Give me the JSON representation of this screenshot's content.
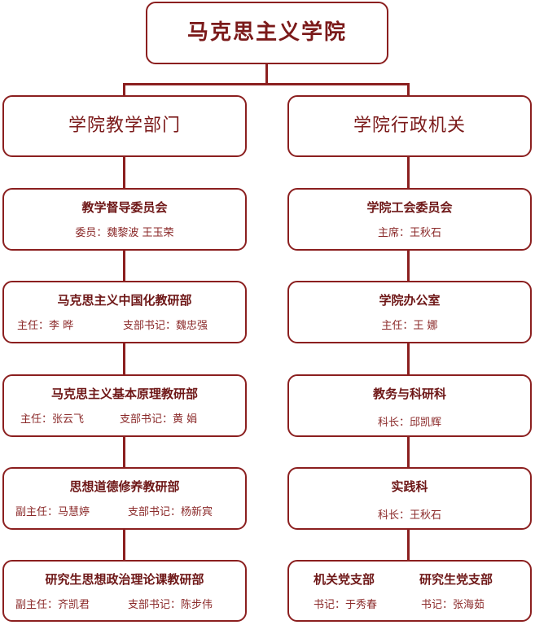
{
  "top": {
    "title": "马克思主义学院"
  },
  "left": {
    "header": "学院教学部门",
    "units": [
      {
        "name": "教学督导委员会",
        "line": "委员：魏黎波  王玉荣"
      },
      {
        "name": "马克思主义中国化教研部",
        "lead": "主任：李   晔",
        "sec": "支部书记：魏忠强"
      },
      {
        "name": "马克思主义基本原理教研部",
        "lead": "主任：张云飞",
        "sec": "支部书记：黄   娟"
      },
      {
        "name": "思想道德修养教研部",
        "lead": "副主任：马慧婷",
        "sec": "支部书记：杨新宾"
      },
      {
        "name": "研究生思想政治理论课教研部",
        "lead": "副主任：齐凯君",
        "sec": "支部书记：陈步伟"
      }
    ]
  },
  "right": {
    "header": "学院行政机关",
    "units": [
      {
        "name": "学院工会委员会",
        "line": "主席：王秋石"
      },
      {
        "name": "学院办公室",
        "line": "主任：王   娜"
      },
      {
        "name": "教务与科研科",
        "line": "科长：邱凯辉"
      },
      {
        "name": "实践科",
        "line": "科长：王秋石"
      }
    ],
    "last": {
      "name_a": "机关党支部",
      "sec_a": "书记：于秀春",
      "name_b": "研究生党支部",
      "sec_b": "书记：张海茹"
    }
  },
  "colors": {
    "accent": "#8b1f1f",
    "text": "#7a1a1a"
  }
}
